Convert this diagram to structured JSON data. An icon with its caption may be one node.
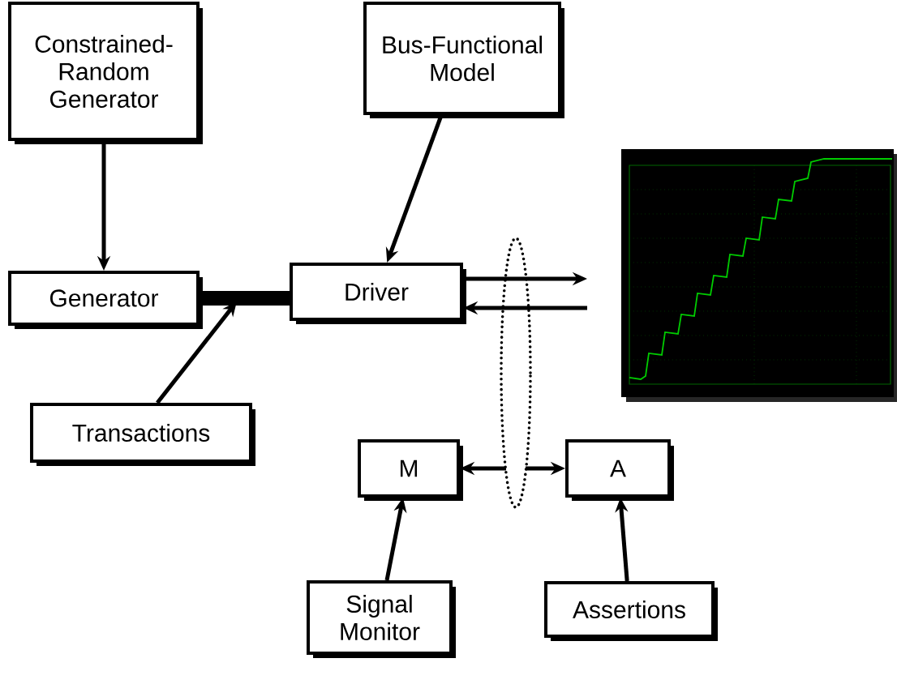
{
  "diagram": {
    "nodes": [
      {
        "text": [
          "Constrained-Random Generator"
        ]
      },
      {
        "text": [
          "Bus-Functional Model"
        ]
      },
      {
        "text": [
          "Generator"
        ]
      },
      {
        "text": [
          "Driver"
        ]
      },
      {
        "text": [
          "Transactions"
        ]
      },
      {
        "text": [],
        "shape": "ellipse"
      },
      {
        "text": [
          "M"
        ]
      },
      {
        "text": [
          "A"
        ]
      },
      {
        "text": [
          "Signal Monitor"
        ]
      },
      {
        "text": [
          "Assertions"
        ]
      }
    ],
    "edges": [
      {
        "from": 0,
        "to": 2,
        "arrow": "to"
      },
      {
        "from": 1,
        "to": 3,
        "arrow": "to"
      },
      {
        "from": 2,
        "to": 3,
        "arrow": "none",
        "style": "thick"
      },
      {
        "from": 4,
        "to": null,
        "arrow": "to"
      },
      {
        "from": 3,
        "to": null,
        "arrow": "to"
      },
      {
        "from": null,
        "to": 3,
        "arrow": "to"
      },
      {
        "from": 5,
        "to": 6,
        "arrow": "to"
      },
      {
        "from": 5,
        "to": 7,
        "arrow": "to"
      },
      {
        "from": 8,
        "to": 6,
        "arrow": "to"
      },
      {
        "from": 9,
        "to": 7,
        "arrow": "to"
      }
    ]
  }
}
